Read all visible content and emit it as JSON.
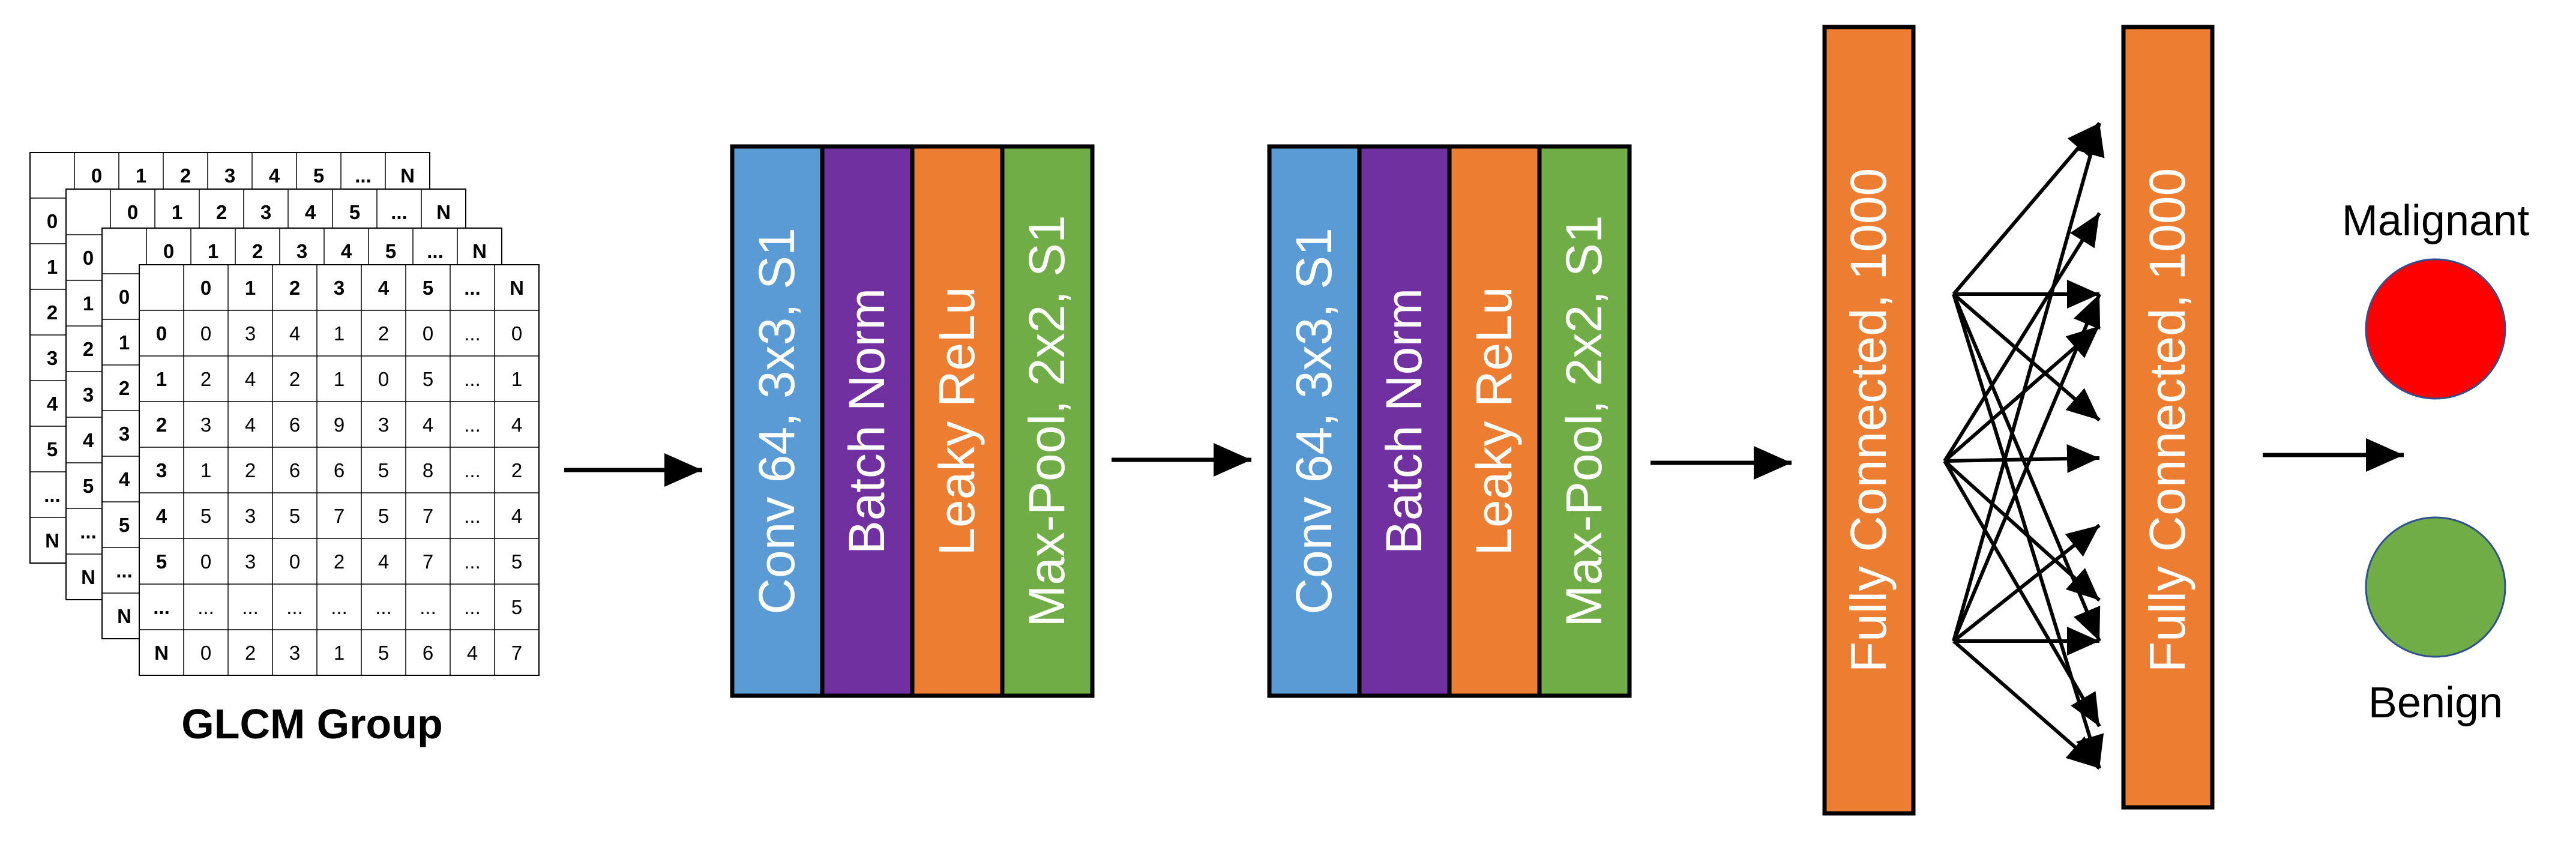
{
  "glcm": {
    "caption": "GLCM Group",
    "header": [
      "0",
      "1",
      "2",
      "3",
      "4",
      "5",
      "...",
      "N"
    ],
    "front_rows": [
      [
        "0",
        "0",
        "3",
        "4",
        "1",
        "2",
        "0",
        "...",
        "0"
      ],
      [
        "1",
        "2",
        "4",
        "2",
        "1",
        "0",
        "5",
        "...",
        "1"
      ],
      [
        "2",
        "3",
        "4",
        "6",
        "9",
        "3",
        "4",
        "...",
        "4"
      ],
      [
        "3",
        "1",
        "2",
        "6",
        "6",
        "5",
        "8",
        "...",
        "2"
      ],
      [
        "4",
        "5",
        "3",
        "5",
        "7",
        "5",
        "7",
        "...",
        "4"
      ],
      [
        "5",
        "0",
        "3",
        "0",
        "2",
        "4",
        "7",
        "...",
        "5"
      ],
      [
        "...",
        "...",
        "...",
        "...",
        "...",
        "...",
        "...",
        "...",
        "5"
      ],
      [
        "N",
        "0",
        "2",
        "3",
        "1",
        "5",
        "6",
        "4",
        "7"
      ]
    ]
  },
  "block1": {
    "layers": [
      {
        "label": "Conv 64, 3x3, S1",
        "color": "#5b9bd5"
      },
      {
        "label": "Batch Norm",
        "color": "#7030a0"
      },
      {
        "label": "Leaky ReLu",
        "color": "#ed7d31"
      },
      {
        "label": "Max-Pool, 2x2, S1",
        "color": "#70ad47"
      }
    ]
  },
  "block2": {
    "layers": [
      {
        "label": "Conv 64, 3x3, S1",
        "color": "#5b9bd5"
      },
      {
        "label": "Batch Norm",
        "color": "#7030a0"
      },
      {
        "label": "Leaky ReLu",
        "color": "#ed7d31"
      },
      {
        "label": "Max-Pool, 2x2, S1",
        "color": "#70ad47"
      }
    ]
  },
  "fc": [
    {
      "label": "Fully Connected, 1000",
      "color": "#ed7d31"
    },
    {
      "label": "Fully Connected, 1000",
      "color": "#ed7d31"
    }
  ],
  "outputs": [
    {
      "label": "Malignant",
      "color": "#ff0000"
    },
    {
      "label": "Benign",
      "color": "#70ad47"
    }
  ]
}
